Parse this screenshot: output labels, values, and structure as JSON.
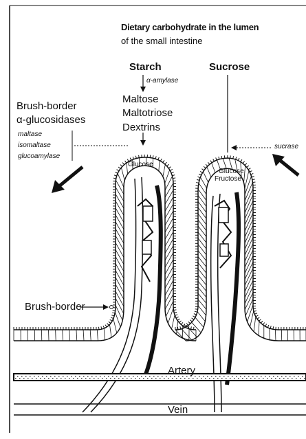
{
  "title": {
    "line1": "Dietary carbohydrate in the lumen",
    "line2": "of the small intestine"
  },
  "starch": {
    "label": "Starch",
    "enzyme": "α-amylase",
    "products": [
      "Maltose",
      "Maltotriose",
      "Dextrins"
    ]
  },
  "sucrose": {
    "label": "Sucrose",
    "enzyme": "sucrase"
  },
  "brush_border_enzymes": {
    "heading_line1": "Brush-border",
    "heading_line2": "α-glucosidases",
    "items": [
      "maltase",
      "isomaltase",
      "glucoamylase"
    ]
  },
  "villus_products": {
    "left": "Glucose",
    "right_line1": "Glucose",
    "right_line2": "Fructose"
  },
  "structures": {
    "brush_border": "Brush-border",
    "artery": "Artery",
    "vein": "Vein"
  },
  "colors": {
    "ink": "#111111",
    "paper": "#ffffff"
  }
}
